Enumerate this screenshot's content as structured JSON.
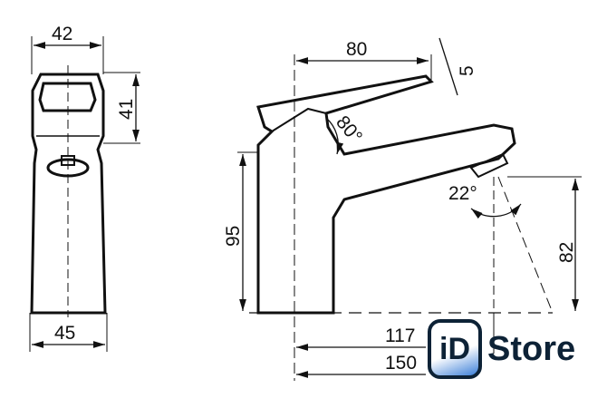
{
  "dimensions": {
    "front_top_width": "42",
    "front_lever_height": "41",
    "front_base_width": "45",
    "side_lever_length": "80",
    "side_lever_offset": "5",
    "side_lever_angle": "80°",
    "side_body_height": "95",
    "side_spout_angle": "22°",
    "side_spout_height": "82",
    "side_spout_reach": "117",
    "side_total_length": "150"
  },
  "logo": {
    "mark": "iD",
    "name": "Store"
  }
}
